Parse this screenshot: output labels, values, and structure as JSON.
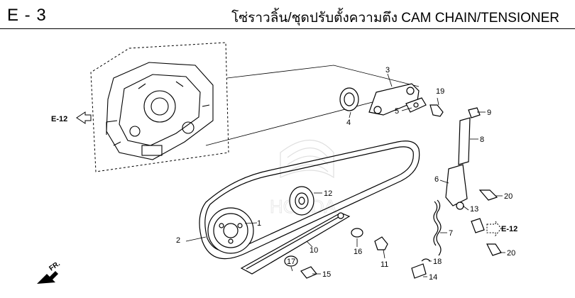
{
  "header": {
    "section_code": "E - 3",
    "title": "โซ่ราวลิ้น/ชุดปรับตั้งความตึง  CAM CHAIN/TENSIONER"
  },
  "references": {
    "left": "E-12",
    "right": "E-12"
  },
  "front_marker": "FR.",
  "callouts": [
    "1",
    "2",
    "3",
    "4",
    "5",
    "6",
    "7",
    "8",
    "9",
    "10",
    "11",
    "12",
    "13",
    "14",
    "15",
    "16",
    "17",
    "18",
    "19",
    "20",
    "20"
  ]
}
